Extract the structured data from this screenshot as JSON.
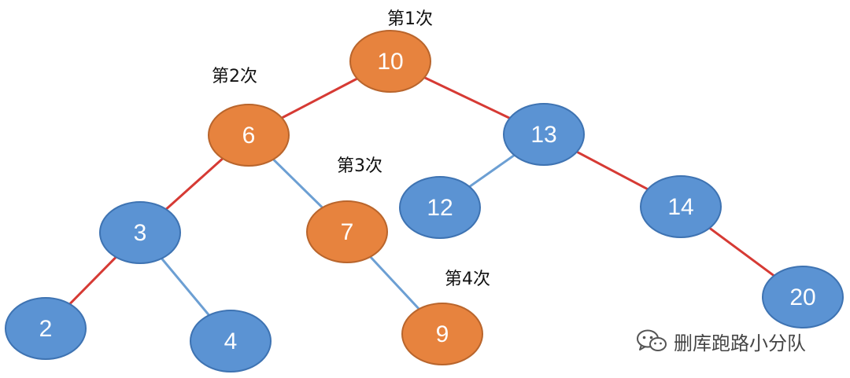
{
  "colors": {
    "visited_fill": "#E7833E",
    "visited_stroke": "#B9652C",
    "unvisited_fill": "#5B93D3",
    "unvisited_stroke": "#3E73B2",
    "path_edge": "#D63A34",
    "other_edge": "#6C9FD3"
  },
  "nodes": [
    {
      "id": "n10",
      "label": "10",
      "visited": true
    },
    {
      "id": "n6",
      "label": "6",
      "visited": true
    },
    {
      "id": "n13",
      "label": "13",
      "visited": false
    },
    {
      "id": "n3",
      "label": "3",
      "visited": false
    },
    {
      "id": "n7",
      "label": "7",
      "visited": true
    },
    {
      "id": "n12",
      "label": "12",
      "visited": false
    },
    {
      "id": "n14",
      "label": "14",
      "visited": false
    },
    {
      "id": "n2",
      "label": "2",
      "visited": false
    },
    {
      "id": "n4",
      "label": "4",
      "visited": false
    },
    {
      "id": "n9",
      "label": "9",
      "visited": true
    },
    {
      "id": "n20",
      "label": "20",
      "visited": false
    }
  ],
  "edges": [
    {
      "from": "n10",
      "to": "n6",
      "style": "path"
    },
    {
      "from": "n10",
      "to": "n13",
      "style": "path"
    },
    {
      "from": "n6",
      "to": "n3",
      "style": "path"
    },
    {
      "from": "n6",
      "to": "n7",
      "style": "other"
    },
    {
      "from": "n13",
      "to": "n12",
      "style": "other"
    },
    {
      "from": "n13",
      "to": "n14",
      "style": "path"
    },
    {
      "from": "n3",
      "to": "n2",
      "style": "path"
    },
    {
      "from": "n3",
      "to": "n4",
      "style": "other"
    },
    {
      "from": "n7",
      "to": "n9",
      "style": "other"
    },
    {
      "from": "n14",
      "to": "n20",
      "style": "path"
    }
  ],
  "steps": [
    {
      "id": "s1",
      "label": "第1次"
    },
    {
      "id": "s2",
      "label": "第2次"
    },
    {
      "id": "s3",
      "label": "第3次"
    },
    {
      "id": "s4",
      "label": "第4次"
    }
  ],
  "watermark": {
    "icon": "wechat-icon",
    "text": "删库跑路小分队"
  }
}
